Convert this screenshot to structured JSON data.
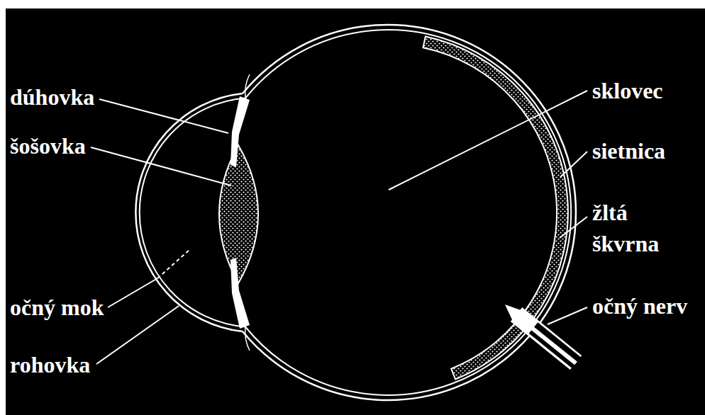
{
  "diagram": {
    "labels": [
      "dúhovka",
      "šošovka",
      "očný mok",
      "rohovka",
      "sklovec",
      "sietnica",
      "žltá škvrna",
      "očný nerv"
    ]
  }
}
